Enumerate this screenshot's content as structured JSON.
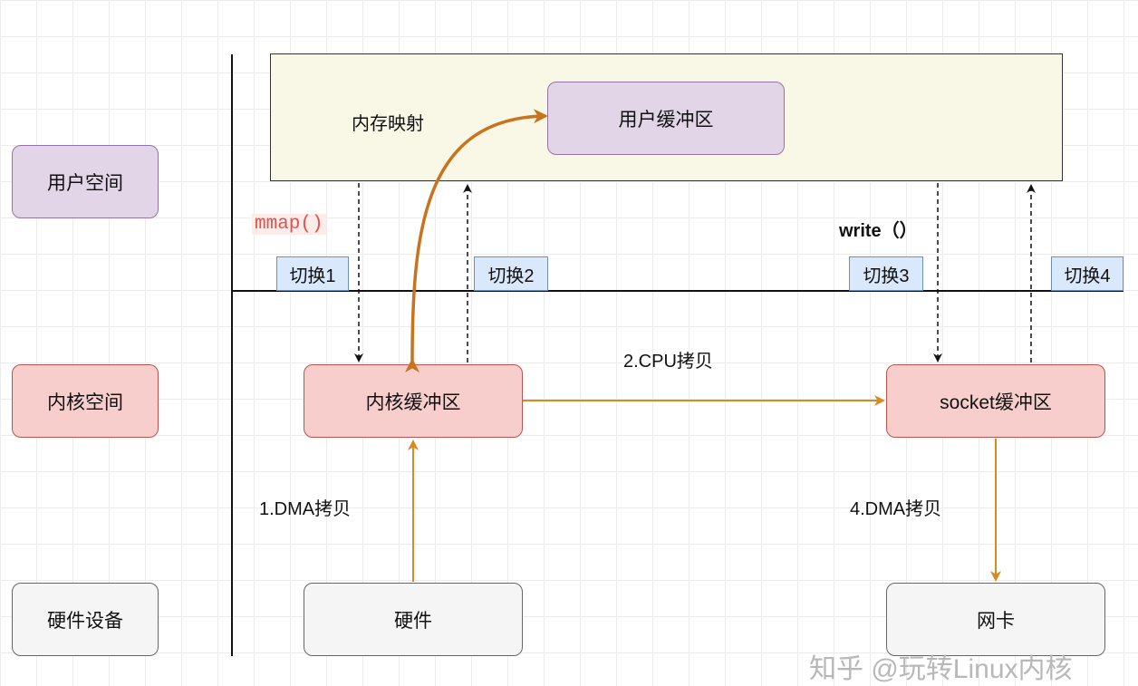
{
  "layers": {
    "user": "用户空间",
    "kernel": "内核空间",
    "hardware": "硬件设备"
  },
  "user_area": {
    "mmap_label": "内存映射",
    "user_buffer": "用户缓冲区"
  },
  "calls": {
    "mmap": "mmap()",
    "write": "write（）"
  },
  "switches": [
    "切换1",
    "切换2",
    "切换3",
    "切换4"
  ],
  "kernel_boxes": {
    "kernel_buffer": "内核缓冲区",
    "socket_buffer": "socket缓冲区"
  },
  "hardware_boxes": {
    "hardware": "硬件",
    "nic": "网卡"
  },
  "copies": {
    "dma1": "1.DMA拷贝",
    "cpu": "2.CPU拷贝",
    "dma4": "4.DMA拷贝"
  },
  "watermark": "知乎 @玩转Linux内核",
  "colors": {
    "orange_arrow": "#d78a1f",
    "mmap_arrow": "#c8731e",
    "mmap_text": "#e0524a"
  }
}
